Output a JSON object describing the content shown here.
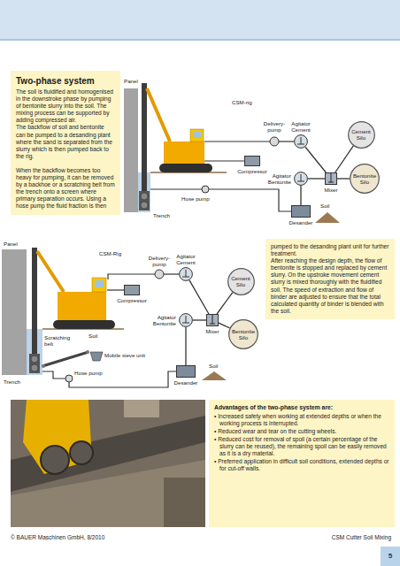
{
  "diagram": {
    "nodes": [
      {
        "text": [
          "Two-phase system",
          "The soil is fluidified and homogenised in the downstroke phase by pumping of bentonite slurry into the soil. The mixing process can be supported by adding compressed air.",
          "The backflow of soil and bentonite can be pumped to a desanding plant where the sand is separated from the slurry which is then pumped back to the rig.",
          "When the backflow becomes too heavy for pumping, it can be removed by a backhoe or a scratching belt from the trench onto a screen where primary separation occurs. Using a hose pump the fluid fraction is then"
        ]
      },
      {
        "text": [
          "Compressor"
        ]
      },
      {
        "text": [
          "Agitator Cement"
        ]
      },
      {
        "text": [
          "Agitator Bentonite"
        ]
      },
      {
        "text": [
          "Mixer"
        ]
      },
      {
        "text": [
          "Cement Silo"
        ]
      },
      {
        "text": [
          "Bentonite Silo"
        ]
      },
      {
        "text": [
          "Desander"
        ]
      },
      {
        "text": [
          "Compressor"
        ]
      },
      {
        "text": [
          "Agitator Cement"
        ]
      },
      {
        "text": [
          "Agitator Bentonite"
        ]
      },
      {
        "text": [
          "Mixer"
        ]
      },
      {
        "text": [
          "Cement Silo"
        ]
      },
      {
        "text": [
          "Bentonite Silo"
        ]
      },
      {
        "text": [
          "Desander"
        ]
      },
      {
        "text": [
          "pumped to the desanding plant unit for further treatment.",
          "After reaching the design depth, the flow of bentonite is stopped and replaced by cement slurry. On the upstroke movement cement slurry is mixed thoroughly with the fluidified soil. The speed of extraction and flow of binder are adjusted to ensure that the total calculated quantity of binder is blended with the soil."
        ]
      },
      {
        "text": [
          "Advantages of the two-phase system are:",
          "• Increased safety when working at extended depths or when the working process is interrupted.",
          "• Reduced wear and tear on the cutting wheels.",
          "• Reduced cost for removal of spoil (a certain percentage of the slurry can be reused), the remaining spoil can be easily removed as it is a dry material.",
          "• Preferred application in difficult soil conditions, extended depths or for cut-off walls."
        ]
      },
      {
        "text": [
          "5"
        ]
      }
    ],
    "edges": [
      {
        "from": 5,
        "to": 4,
        "arrow": "none"
      },
      {
        "from": 6,
        "to": 4,
        "arrow": "none"
      },
      {
        "from": 4,
        "to": 2,
        "arrow": "none"
      },
      {
        "from": 4,
        "to": 3,
        "arrow": "none"
      },
      {
        "from": 7,
        "to": 3,
        "arrow": "none"
      },
      {
        "from": 12,
        "to": 11,
        "arrow": "none"
      },
      {
        "from": 13,
        "to": 11,
        "arrow": "none"
      },
      {
        "from": 11,
        "to": 9,
        "arrow": "none"
      },
      {
        "from": 11,
        "to": 10,
        "arrow": "none"
      },
      {
        "from": 14,
        "to": 10,
        "arrow": "none"
      }
    ],
    "labels": [
      "Panel",
      "Trench",
      "CSM-rig",
      "Delivery-pump",
      "Hose pump",
      "Soil",
      "Panel",
      "CSM-Rig",
      "Delivery-pump",
      "Soil",
      "Scratching belt",
      "Hose pump",
      "Mobile sieve unit",
      "Trench",
      "Soil",
      "© BAUER Maschinen GmbH, 8/2010",
      "CSM Cutter Soil Mixing"
    ]
  }
}
